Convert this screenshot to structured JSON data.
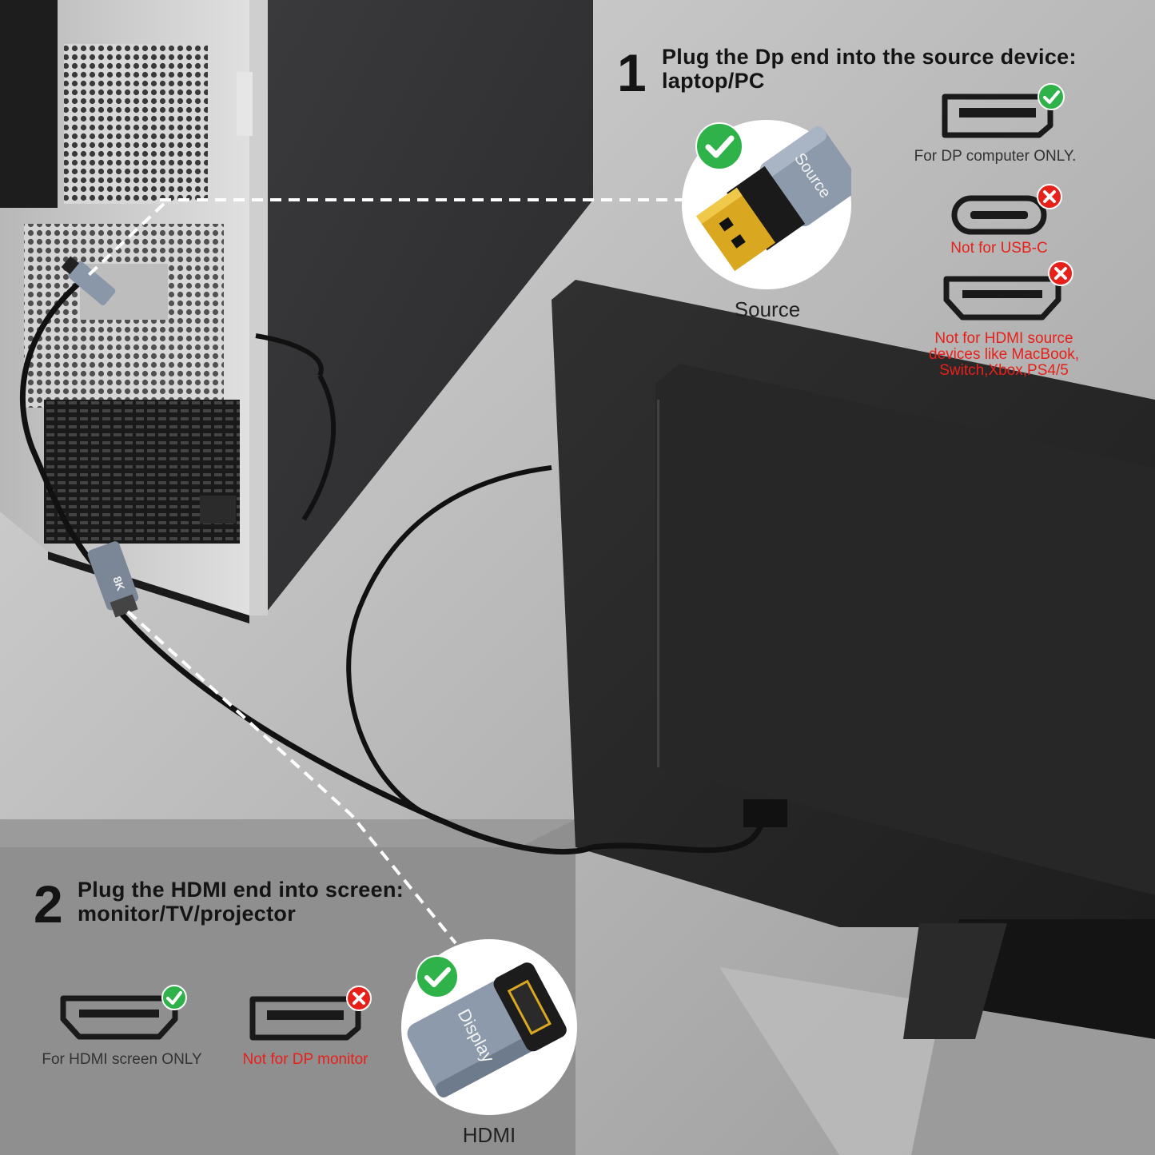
{
  "step1": {
    "number": "1",
    "title_line1": "Plug the Dp end into the source device:",
    "title_line2": "laptop/PC",
    "circle_label": "Source",
    "plug_print": "Source",
    "compat": [
      {
        "icon": "displayport-port-icon",
        "status": "check",
        "caption": "For DP computer ONLY."
      },
      {
        "icon": "usb-c-port-icon",
        "status": "cross",
        "caption": "Not for USB-C"
      },
      {
        "icon": "hdmi-port-icon",
        "status": "cross",
        "caption_lines": [
          "Not for HDMI source",
          "devices like MacBook,",
          "Switch,Xbox,PS4/5"
        ]
      }
    ]
  },
  "step2": {
    "number": "2",
    "title_line1": "Plug the HDMI end into screen:",
    "title_line2": "monitor/TV/projector",
    "circle_label": "HDMI",
    "plug_print": "Display",
    "compat": [
      {
        "icon": "hdmi-port-icon",
        "status": "check",
        "caption": "For HDMI screen ONLY"
      },
      {
        "icon": "displayport-port-icon",
        "status": "cross",
        "caption": "Not for DP monitor"
      }
    ]
  },
  "adapter_print": "8K",
  "colors": {
    "ok_green": "#2fb24a",
    "bad_red": "#e8201a",
    "text_dark": "#141414"
  }
}
